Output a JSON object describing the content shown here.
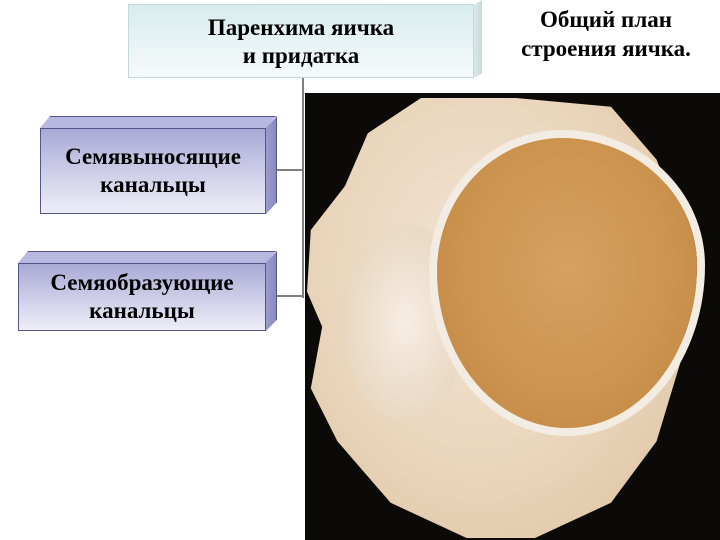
{
  "slide": {
    "right_title": {
      "line1": "Общий план",
      "line2": "строения яичка."
    },
    "diagram": {
      "root": {
        "line1": "Паренхима яичка",
        "line2": "и придатка"
      },
      "children": [
        {
          "line1": "Семявыносящие",
          "line2": "канальцы"
        },
        {
          "line1": "Семяобразующие",
          "line2": "канальцы"
        }
      ]
    },
    "photo": {
      "subject": "testis-cross-section"
    },
    "colors": {
      "root_box": "#e4f1f2",
      "child_box": "#b9b9e0",
      "connector": "#808080",
      "photo_background": "#0c0a08"
    }
  }
}
